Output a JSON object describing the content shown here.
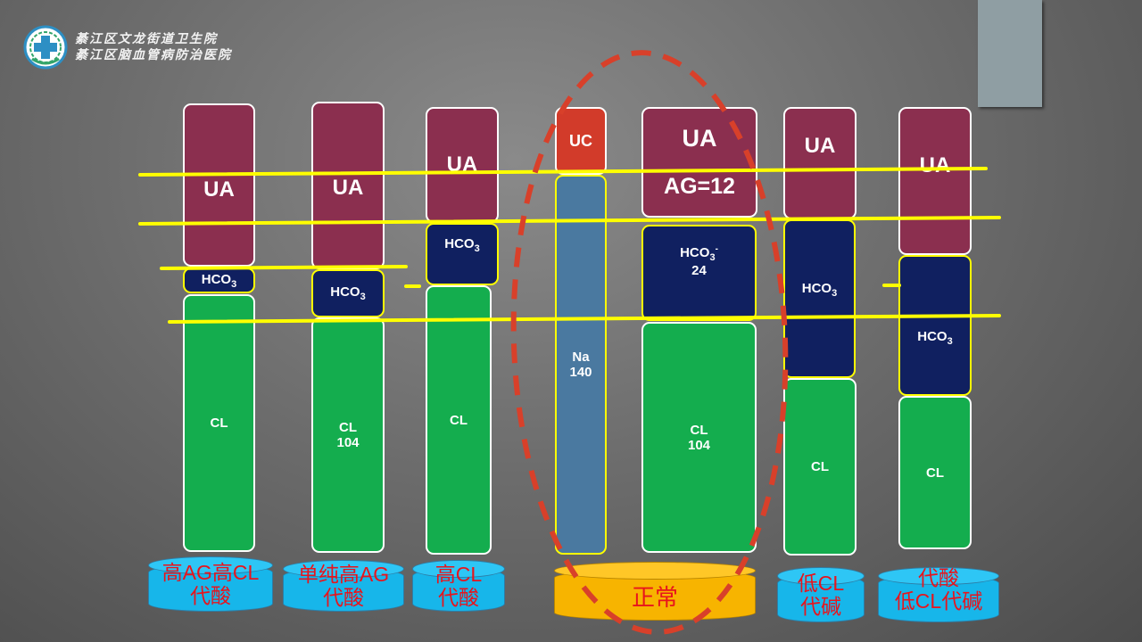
{
  "header": {
    "hospital_line1": "綦江区文龙街道卫生院",
    "hospital_line2": "綦江区脑血管病防治医院"
  },
  "icons": {
    "logo": "hospital-cross-logo-icon"
  },
  "colors": {
    "ua": "#8b2f4f",
    "hco3": "#102060",
    "cl": "#14ad4e",
    "uc": "#d23b2a",
    "na": "#4a79a0",
    "marker_line": "#ffff00",
    "dashed_ellipse": "#d8402a",
    "cylinder_blue": "#17b6ea",
    "cylinder_gold": "#f7b400",
    "label_red": "#e8141c"
  },
  "columns": [
    {
      "ua": "UA",
      "hco3": "HCO",
      "hco3_sub": "3",
      "cl": "CL",
      "cl_value": "",
      "label_line1": "高AG高CL",
      "label_line2": "代酸"
    },
    {
      "ua": "UA",
      "hco3": "HCO",
      "hco3_sub": "3",
      "cl": "CL",
      "cl_value": "104",
      "label_line1": "单纯高AG",
      "label_line2": "代酸"
    },
    {
      "ua": "UA",
      "hco3": "HCO",
      "hco3_sub": "3",
      "cl": "CL",
      "cl_value": "",
      "label_line1": "高CL",
      "label_line2": "代酸"
    },
    {
      "ua": "UA",
      "hco3": "HCO",
      "hco3_sub": "3",
      "cl": "CL",
      "cl_value": "",
      "label_line1": "低CL",
      "label_line2": "代碱"
    },
    {
      "ua": "UA",
      "hco3": "HCO",
      "hco3_sub": "3",
      "cl": "CL",
      "cl_value": "",
      "label_line1": "代酸",
      "label_line2": "低CL代碱"
    }
  ],
  "normal": {
    "uc": "UC",
    "na": "Na",
    "na_value": "140",
    "ua": "UA",
    "ag": "AG=12",
    "hco3": "HCO",
    "hco3_sub": "3",
    "hco3_sup": "-",
    "hco3_value": "24",
    "cl": "CL",
    "cl_value": "104",
    "label": "正常"
  }
}
